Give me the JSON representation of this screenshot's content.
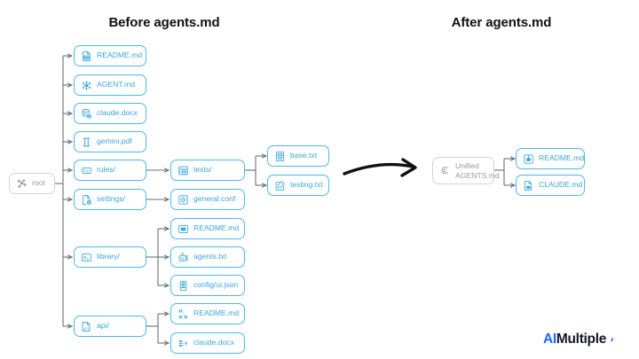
{
  "titles": {
    "before": "Before agents.md",
    "after": "After agents.md"
  },
  "colors": {
    "node_border": "#4db8e8",
    "node_text": "#3aa6dd",
    "muted_border": "#d4d4d4",
    "muted_text": "#9a9a9a",
    "edge": "#6b6f76",
    "arrow": "#111111",
    "title": "#111111",
    "logo_ai": "#1a6bff",
    "logo_text": "#101828",
    "background": "#ffffff"
  },
  "logo": {
    "ai": "AI",
    "name": "Multiple"
  },
  "before_tree": {
    "root": {
      "label": "root",
      "icon": "scatter-nodes-icon"
    },
    "level1": [
      {
        "label": "README.md",
        "icon": "markdown-file-icon"
      },
      {
        "label": "AGENT.md",
        "icon": "snowflake-icon"
      },
      {
        "label": "claude.docx",
        "icon": "database-gear-icon"
      },
      {
        "label": "gemini.pdf",
        "icon": "gemini-icon"
      },
      {
        "label": "rules/",
        "icon": "sql-badge-icon"
      },
      {
        "label": "settings/",
        "icon": "file-gear-icon"
      },
      {
        "label": "library/",
        "icon": "terminal-icon"
      },
      {
        "label": "api/",
        "icon": "api-file-icon"
      }
    ],
    "rules_children": [
      {
        "label": "texts/",
        "icon": "table-icon"
      }
    ],
    "texts_children": [
      {
        "label": "base.txt",
        "icon": "document-grid-icon"
      },
      {
        "label": "testing.txt",
        "icon": "edit-document-icon"
      }
    ],
    "settings_children": [
      {
        "label": "general.conf",
        "icon": "gear-square-icon"
      }
    ],
    "library_children": [
      {
        "label": "README.md",
        "icon": "window-icon"
      },
      {
        "label": "agents.txt",
        "icon": "robot-icon"
      },
      {
        "label": "config/ui.json",
        "icon": "mobile-ui-icon"
      }
    ],
    "api_children": [
      {
        "label": "README.md",
        "icon": "nodes-graph-icon"
      },
      {
        "label": "claude.docx",
        "icon": "claude-burst-icon"
      }
    ]
  },
  "after_tree": {
    "root": {
      "label": "Unified\nAGENTS.md",
      "icon": "claude-swirl-icon"
    },
    "children": [
      {
        "label": "README.md",
        "icon": "robot-card-icon"
      },
      {
        "label": "CLAUDE.md",
        "icon": "doc-robot-icon"
      }
    ]
  },
  "transition": {
    "arrow": "curved-arrow-right"
  }
}
